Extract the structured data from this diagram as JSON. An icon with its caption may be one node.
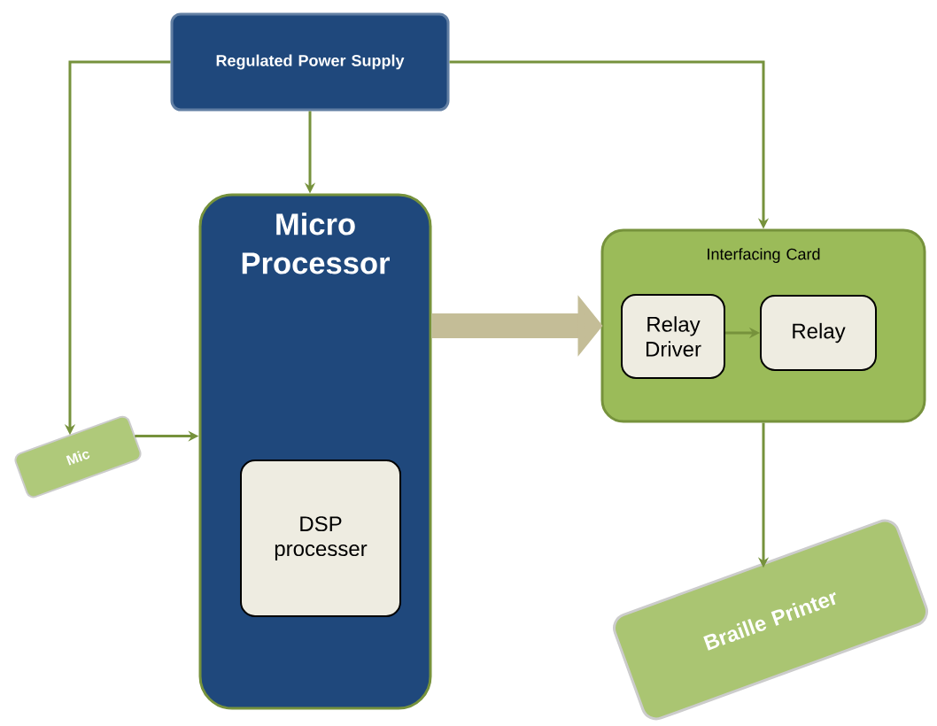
{
  "diagram": {
    "nodes": [
      {
        "text": [
          "Regulated Power Supply"
        ]
      },
      {
        "text": [
          "Micro Processor"
        ]
      },
      {
        "text": [
          "DSP processer"
        ],
        "in": 1
      },
      {
        "text": [
          "Interfacing Card"
        ]
      },
      {
        "text": [
          "Relay Driver"
        ],
        "in": 3
      },
      {
        "text": [
          "Relay"
        ],
        "in": 3
      },
      {
        "text": [
          "Mic"
        ]
      },
      {
        "text": [
          "Braille Printer"
        ]
      }
    ],
    "edges": [
      {
        "from": 0,
        "to": 1,
        "arrow": "to"
      },
      {
        "from": 0,
        "to": 6,
        "arrow": "to"
      },
      {
        "from": 0,
        "to": 3,
        "arrow": "to"
      },
      {
        "from": 6,
        "to": 1,
        "arrow": "to"
      },
      {
        "from": 1,
        "to": 3,
        "arrow": "to",
        "style": "thick",
        "color": "#c4bd97"
      },
      {
        "from": 4,
        "to": 5,
        "arrow": "to"
      },
      {
        "from": 3,
        "to": 7,
        "arrow": "to"
      }
    ]
  }
}
